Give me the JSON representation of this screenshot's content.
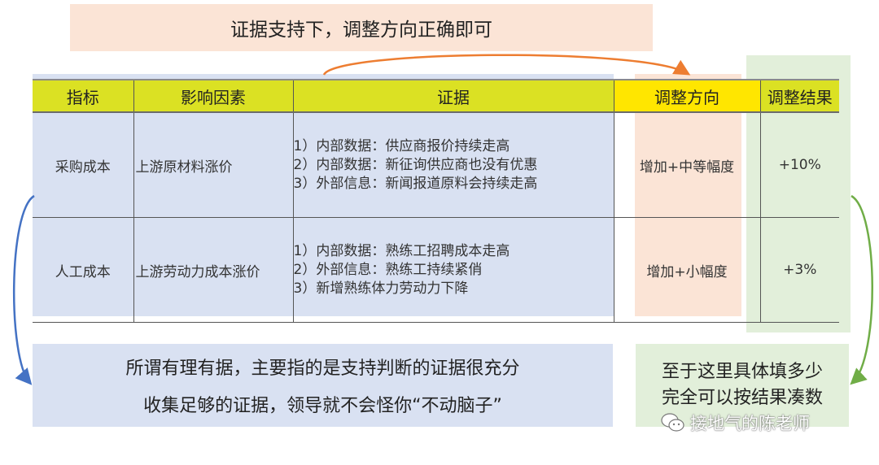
{
  "banner": {
    "text": "证据支持下，调整方向正确即可"
  },
  "table": {
    "headers": [
      "指标",
      "影响因素",
      "证据",
      "调整方向",
      "调整结果"
    ],
    "rows": [
      {
        "indicator": "采购成本",
        "factor": "上游原材料涨价",
        "evidence": [
          "1）内部数据：供应商报价持续走高",
          "2）内部数据：新征询供应商也没有优惠",
          "3）外部信息：新闻报道原料会持续走高"
        ],
        "direction": "增加+中等幅度",
        "result": "+10%"
      },
      {
        "indicator": "人工成本",
        "factor": "上游劳动力成本涨价",
        "evidence": [
          "1）内部数据：熟练工招聘成本走高",
          "2）外部信息：熟练工持续紧俏",
          "3）新增熟练体力劳动力下降"
        ],
        "direction": "增加+小幅度",
        "result": "+3%"
      }
    ]
  },
  "notes": {
    "left": [
      "所谓有理有据，主要指的是支持判断的证据很充分",
      "收集足够的证据，领导就不会怪你“不动脑子”"
    ],
    "right": [
      "至于这里具体填多少",
      "完全可以按结果凑数"
    ]
  },
  "watermark": {
    "icon": "wechat-icon",
    "text": "接地气的陈老师"
  },
  "colors": {
    "header_bg": "#dbe123",
    "header_highlight": "#ffe600",
    "blue_panel": "#d9e1f2",
    "orange_panel": "#fbe4d6",
    "green_panel": "#e2efda",
    "orange_arrow": "#ed7d31",
    "blue_arrow": "#4472c4",
    "green_arrow": "#70ad47"
  }
}
